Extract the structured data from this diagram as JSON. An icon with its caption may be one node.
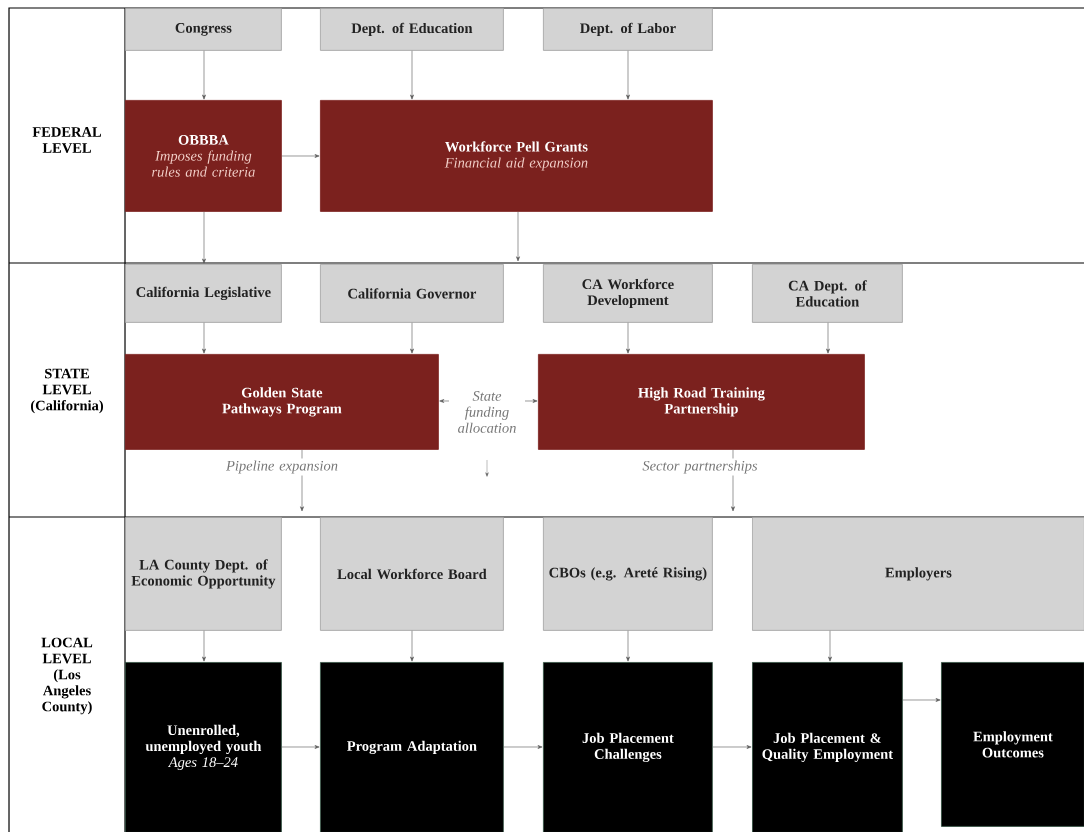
{
  "diagram": {
    "nodes": [
      {
        "text": [
          "Congress"
        ]
      },
      {
        "text": [
          "Dept. of Education"
        ]
      },
      {
        "text": [
          "Dept. of Labor"
        ]
      },
      {
        "text": [
          "OBBBA",
          "Imposes funding rules and criteria"
        ]
      },
      {
        "text": [
          "Workforce Pell Grants",
          "Financial aid expansion"
        ]
      },
      {
        "text": [
          "California Legislative"
        ]
      },
      {
        "text": [
          "California Governor"
        ]
      },
      {
        "text": [
          "CA Workforce Development"
        ]
      },
      {
        "text": [
          "CA Dept. of Education"
        ]
      },
      {
        "text": [
          "Golden State Pathways Program"
        ]
      },
      {
        "text": [
          "High Road Training Partnership"
        ]
      },
      {
        "text": [
          "LA County Dept. of Economic Opportunity"
        ]
      },
      {
        "text": [
          "Local Workforce Board"
        ]
      },
      {
        "text": [
          "CBOs (e.g. Areté Rising)"
        ]
      },
      {
        "text": [
          "Employers"
        ]
      },
      {
        "text": [
          "Unenrolled, unemployed youth",
          "Ages 18–24"
        ]
      },
      {
        "text": [
          "Program Adaptation"
        ]
      },
      {
        "text": [
          "Job Placement Challenges"
        ]
      },
      {
        "text": [
          "Job Placement & Quality Employment"
        ]
      },
      {
        "text": [
          "Employment Outcomes"
        ]
      }
    ],
    "edges": [
      {
        "from": 0,
        "to": 3,
        "arrow": "to"
      },
      {
        "from": 1,
        "to": 4,
        "arrow": "to"
      },
      {
        "from": 2,
        "to": 4,
        "arrow": "to"
      },
      {
        "from": 3,
        "to": 4,
        "arrow": "to"
      },
      {
        "from": 3,
        "to": 5,
        "arrow": "to"
      },
      {
        "from": 4,
        "to": null,
        "arrow": "to"
      },
      {
        "from": 5,
        "to": 9,
        "arrow": "to"
      },
      {
        "from": 6,
        "to": 9,
        "arrow": "to"
      },
      {
        "from": 7,
        "to": 10,
        "arrow": "to"
      },
      {
        "from": 8,
        "to": 10,
        "arrow": "to"
      },
      {
        "from": 9,
        "to": 10,
        "arrow": "both",
        "label": "State funding allocation"
      },
      {
        "from": 9,
        "to": null,
        "arrow": "to",
        "label": "Pipeline expansion"
      },
      {
        "from": 10,
        "to": null,
        "arrow": "to",
        "label": "Sector partnerships"
      },
      {
        "from": 11,
        "to": 15,
        "arrow": "to"
      },
      {
        "from": 12,
        "to": 16,
        "arrow": "to"
      },
      {
        "from": 13,
        "to": 17,
        "arrow": "to"
      },
      {
        "from": 14,
        "to": 18,
        "arrow": "to"
      },
      {
        "from": 15,
        "to": 16,
        "arrow": "to"
      },
      {
        "from": 16,
        "to": 17,
        "arrow": "to"
      },
      {
        "from": 17,
        "to": 18,
        "arrow": "to"
      },
      {
        "from": 18,
        "to": 19,
        "arrow": "to"
      }
    ],
    "labels": [
      "FEDERAL LEVEL",
      "STATE LEVEL (California)",
      "LOCAL LEVEL (Los Angeles County)"
    ]
  }
}
